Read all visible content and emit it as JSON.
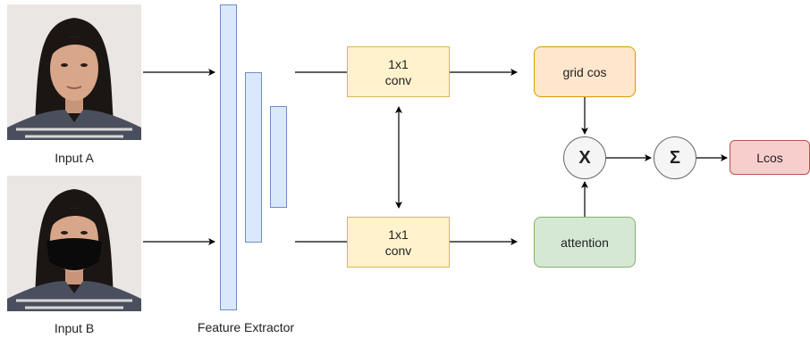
{
  "inputs": [
    {
      "label": "Input A",
      "masked": false
    },
    {
      "label": "Input B",
      "masked": true
    }
  ],
  "feature_extractor": {
    "label": "Feature Extractor"
  },
  "conv_top": {
    "line1": "1x1",
    "line2": "conv"
  },
  "conv_bottom": {
    "line1": "1x1",
    "line2": "conv"
  },
  "grid_cos": {
    "label": "grid cos"
  },
  "attention": {
    "label": "attention"
  },
  "multiply": {
    "symbol": "X"
  },
  "sum": {
    "symbol": "Σ"
  },
  "loss": {
    "label": "Lcos"
  },
  "colors": {
    "feature_block_fill": "#dae8fc",
    "conv_fill": "#fff2cc",
    "grid_cos_fill": "#ffe6cc",
    "attention_fill": "#d5e8d4",
    "loss_fill": "#f8cecc",
    "operator_fill": "#f5f5f5"
  }
}
